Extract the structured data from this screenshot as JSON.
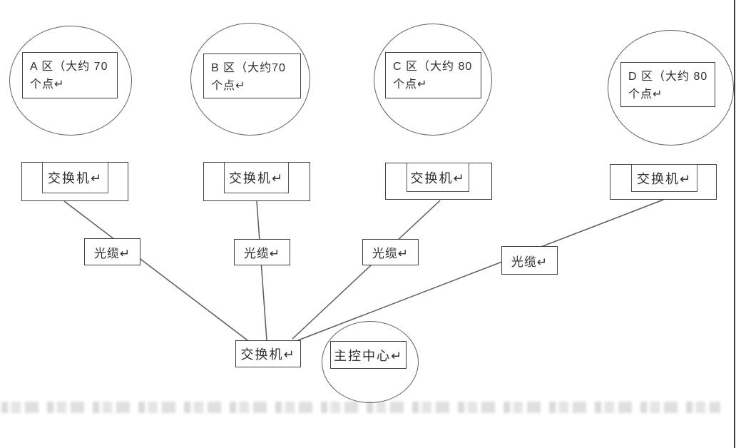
{
  "diagram": {
    "regions": [
      {
        "id": "A",
        "line1": "A 区（大约 70",
        "line2": "个点↵"
      },
      {
        "id": "B",
        "line1": "B 区（大约70",
        "line2": "个点↵"
      },
      {
        "id": "C",
        "line1": "C 区（大约 80",
        "line2": "个点↵"
      },
      {
        "id": "D",
        "line1": "D 区（大约 80",
        "line2": "个点↵"
      }
    ],
    "switch_label": "交换机↵",
    "cable_label": "光缆↵",
    "central_switch_label": "交换机↵",
    "control_center_label": "主控中心↵",
    "colors": {
      "background": "#ffffff",
      "line": "#5a5a5a",
      "border": "#3f3f3f",
      "edge_strip": "#3c3c3c"
    }
  }
}
